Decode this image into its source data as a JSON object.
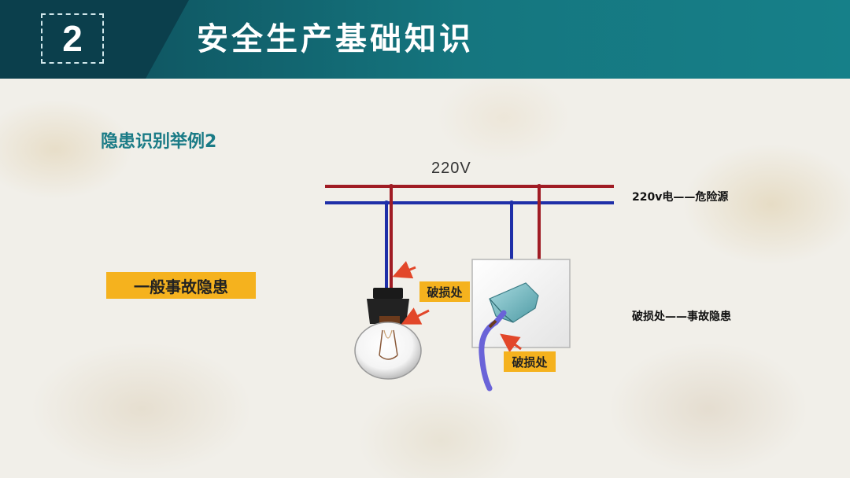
{
  "header": {
    "section_number": "2",
    "title": "安全生产基础知识"
  },
  "content": {
    "subtitle": "隐患识别举例2",
    "category_tag": "一般事故隐患",
    "diagram": {
      "voltage_label": "220V",
      "damage_label_1": "破损处",
      "damage_label_2": "破损处"
    },
    "notes": {
      "hazard_source": "220v电——危险源",
      "hidden_danger": "破损处——事故隐患"
    }
  },
  "colors": {
    "header_dark": "#0b3f4c",
    "header_teal": "#15767f",
    "subtitle": "#1a7b86",
    "tag_yellow": "#f5b21e",
    "wire_red": "#a01c24",
    "wire_blue": "#1f2fa8",
    "arrow_red": "#e2472a"
  },
  "icons": [
    "light-bulb-icon",
    "wall-socket-icon",
    "pointer-arrow-icon"
  ]
}
